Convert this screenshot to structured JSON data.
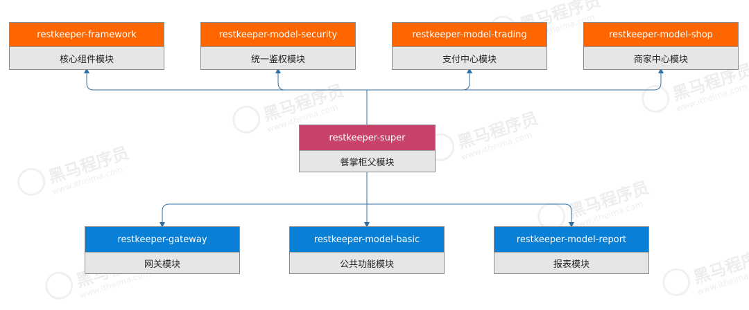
{
  "colors": {
    "orange": "#ff6600",
    "crimson": "#c8426c",
    "blue": "#0a7fd6",
    "line": "#2f6fa4"
  },
  "watermark": {
    "text_cn": "黑马程序员",
    "url": "www.itheima.com"
  },
  "root": {
    "name": "restkeeper-super",
    "desc": "餐掌柜父模块"
  },
  "top_modules": [
    {
      "name": "restkeeper-framework",
      "desc": "核心组件模块"
    },
    {
      "name": "restkeeper-model-security",
      "desc": "统一鉴权模块"
    },
    {
      "name": "restkeeper-model-trading",
      "desc": "支付中心模块"
    },
    {
      "name": "restkeeper-model-shop",
      "desc": "商家中心模块"
    }
  ],
  "bottom_modules": [
    {
      "name": "restkeeper-gateway",
      "desc": "网关模块"
    },
    {
      "name": "restkeeper-model-basic",
      "desc": "公共功能模块"
    },
    {
      "name": "restkeeper-model-report",
      "desc": "报表模块"
    }
  ]
}
